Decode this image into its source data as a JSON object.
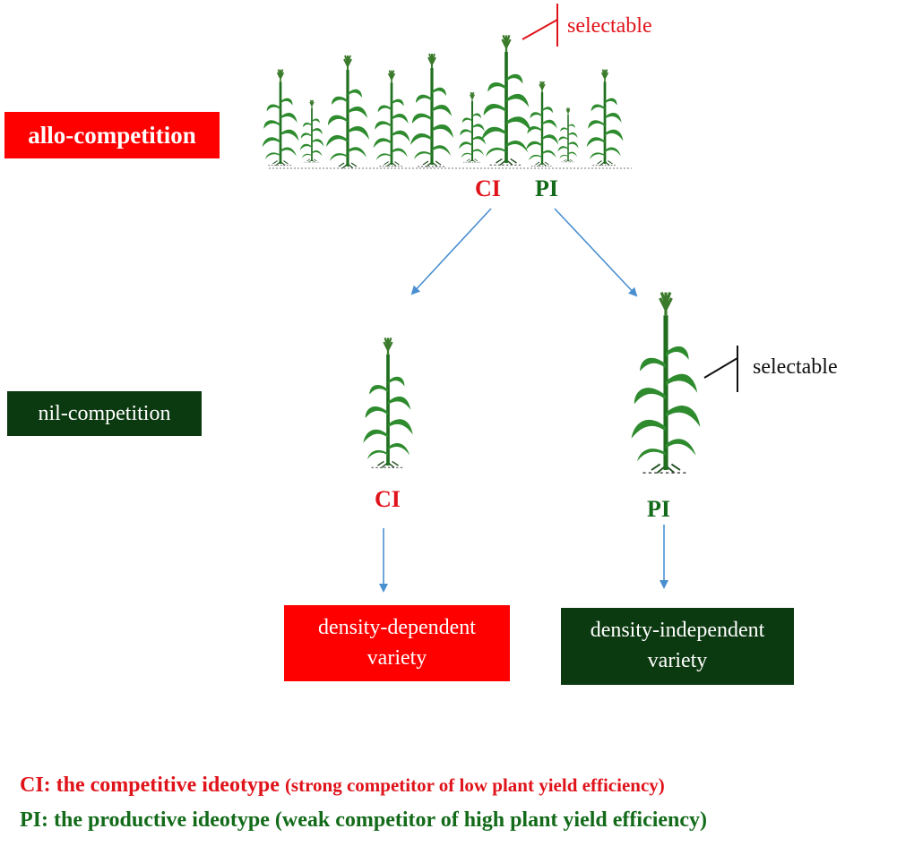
{
  "levels": {
    "allo": "allo-competition",
    "nil": "nil-competition"
  },
  "field": {
    "ci_label": "CI",
    "pi_label": "PI",
    "selectable": "selectable"
  },
  "nil_ci": {
    "label": "CI"
  },
  "nil_pi": {
    "label": "PI",
    "selectable": "selectable"
  },
  "results": {
    "dd_line1": "density-dependent",
    "dd_line2": "variety",
    "di_line1": "density-independent",
    "di_line2": "variety"
  },
  "legend": {
    "ci_main": "CI: the competitive ideotype",
    "ci_paren": "(strong competitor of low plant yield efficiency)",
    "pi_main": "PI: the productive ideotype",
    "pi_paren": "(weak competitor of high plant yield efficiency)"
  },
  "colors": {
    "red": "#fe0000",
    "dark_green": "#0c3a10",
    "plant_green": "#2e8b2e",
    "arrow_blue": "#4a8fd0"
  },
  "icons": [
    "maize-plant-icon",
    "arrow-icon",
    "selection-bracket-icon"
  ]
}
